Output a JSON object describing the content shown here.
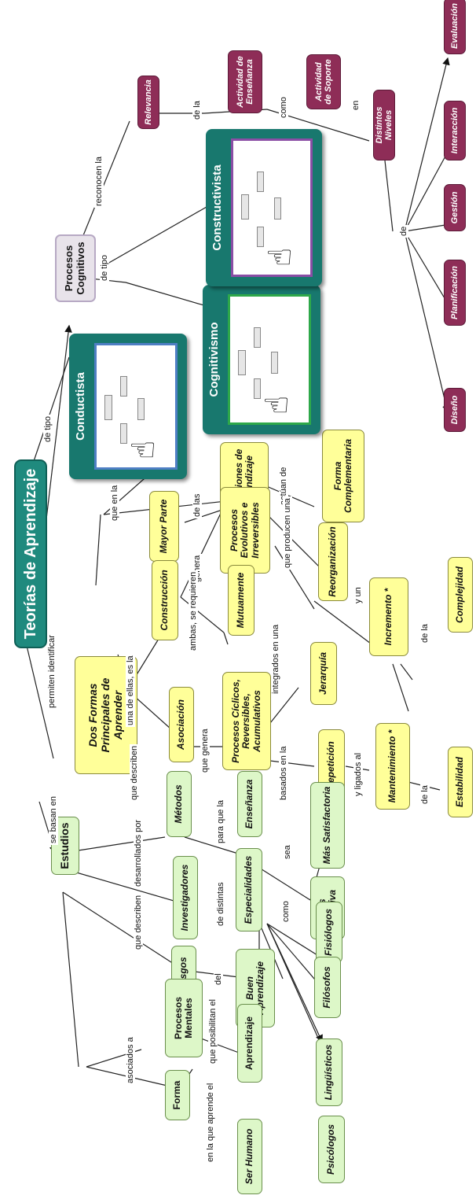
{
  "title": "Teorías de Aprendizaje",
  "colors": {
    "title": "#1f8a7e",
    "yellow": "#ffff99",
    "green": "#ddf7c8",
    "maroon": "#8e2d57",
    "gray": "#e8e3ea",
    "card": "#18786e"
  },
  "nodes": {
    "dos_formas": "Dos Formas Principales de Aprender",
    "mayor_parte": "Mayor Parte",
    "situaciones": "Situaciones de Aprendizaje",
    "forma_complementaria": "Forma Complementaria",
    "construccion": "Construcción",
    "procesos_evolutivos": "Procesos Evolutivos e Irreversibles",
    "reorganizacion": "Reorganización",
    "incremento": "Incremento *",
    "complejidad": "Complejidad",
    "mutuamente": "Mutuamente",
    "jerarquia": "Jerarquía",
    "asociacion": "Asociación",
    "procesos_ciclicos": "Procesos Cíclicos, Reversibles, Acumulativos",
    "repeticion": "Repetición",
    "mantenimiento": "Mantenimiento *",
    "estabilidad": "Estabilidad",
    "estudios": "Estudios",
    "metodos": "Métodos",
    "ensenanza": "Enseñanza",
    "mas_satisfactoria": "Más Satisfactoria",
    "mas_efectiva": "Más Efectiva",
    "investigadores": "Investigadores",
    "especialidades": "Especialidades",
    "rasgos": "Rasgos",
    "buen_aprendizaje": "Buen Aprendizaje",
    "procesos_mentales": "Procesos Mentales",
    "aprendizaje": "Aprendizaje",
    "forma": "Forma",
    "ser_humano": "Ser Humano",
    "fisiologos": "Fisiólogos",
    "filosofos": "Filósofos",
    "linguisticos": "Lingüísticos",
    "psicologos": "Psicólogos",
    "procesos_cognitivos": "Procesos Cognitivos",
    "relevancia": "Relevancia",
    "actividad_ensenanza": "Actividad de Enseñanza",
    "actividad_soporte": "Actividad de Soporte",
    "distintos_niveles": "Distintos Niveles",
    "evaluacion": "Evaluación",
    "interaccion": "Interacción",
    "gestion": "Gestión",
    "planificacion": "Planificación",
    "diseno": "Diseño"
  },
  "cards": {
    "conductista": "Conductista",
    "cognitivismo": "Cognitivismo",
    "constructivista": "Constructivista"
  },
  "labels": {
    "permiten_identificar": "permiten identificar",
    "se_basan_en": "se basan en",
    "de_tipo_1": "de tipo",
    "de_tipo_2": "de tipo",
    "reconocen_la": "reconocen la",
    "de_la_1": "de la",
    "como_1": "como",
    "en": "en",
    "de_1": "de",
    "que_en_la": "que en la",
    "de_las": "de las",
    "actuan_de": "actúan de",
    "genera_1": "genera",
    "que_producen_una": "que producen una",
    "y_un": "y un",
    "de_la_2": "de la",
    "ambas_se_requieren": "ambas, se requieren",
    "integrados_en_una": "integrados en una",
    "una_de_ellas": "una de ellas, es la",
    "que_genera": "que genera",
    "basados_en_la": "basados en la",
    "y_ligados_al": "y ligados al",
    "de_la_3": "de la",
    "que_describen_1": "que describen",
    "para_que_la": "para que la",
    "sea": "sea",
    "desarrollados_por": "desarrollados por",
    "de_distintas": "de distintas",
    "como_2": "como",
    "que_describen_2": "que describen",
    "del": "del",
    "asociados_a": "asociados a",
    "que_posibilitan_el": "que posibilitan el",
    "en_la_que_aprende_el": "en la que aprende el"
  }
}
